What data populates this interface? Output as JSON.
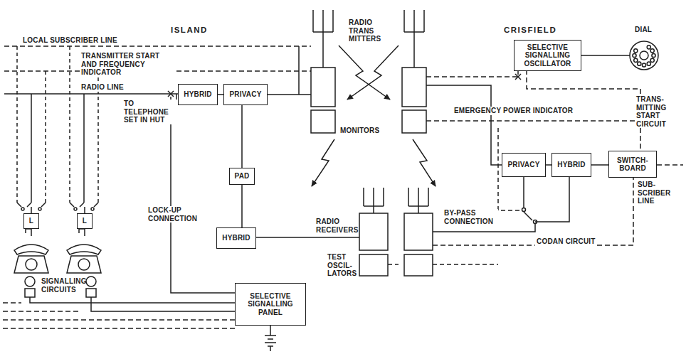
{
  "diagram": {
    "nodes": [
      {
        "text": [
          "HYBRID"
        ]
      },
      {
        "text": [
          "PRIVACY"
        ]
      },
      {
        "text": [
          "PAD"
        ]
      },
      {
        "text": [
          "HYBRID"
        ]
      },
      {
        "text": [
          "SELECTIVE SIGNALLING PANEL"
        ]
      },
      {
        "text": [
          "L"
        ]
      },
      {
        "text": [
          "L"
        ]
      },
      {
        "text": [
          "SELECTIVE SIGNALLING OSCILLATOR"
        ]
      },
      {
        "text": [
          "PRIVACY"
        ]
      },
      {
        "text": [
          "HYBRID"
        ]
      },
      {
        "text": [
          "SWITCH-BOARD"
        ]
      }
    ],
    "edges": [
      {
        "from": 0,
        "to": 1,
        "arrow": "none"
      },
      {
        "from": 1,
        "to": 2,
        "arrow": "none"
      },
      {
        "from": 2,
        "to": 3,
        "arrow": "none"
      },
      {
        "from": 8,
        "to": 9,
        "arrow": "none"
      },
      {
        "from": 9,
        "to": 10,
        "arrow": "none"
      }
    ],
    "labels": [
      "ISLAND",
      "CRISFIELD",
      "LOCAL SUBSCRIBER LINE",
      "TRANSMITTER START AND FREQUENCY INDICATOR",
      "RADIO LINE",
      "TO TELEPHONE SET IN HUT",
      "RADIO TRANS MITTERS",
      "MONITORS",
      "RADIO RECEIVERS",
      "TEST OSCIL- LATORS",
      "LOCK-UP CONNECTION",
      "SIGNALLING CIRCUITS",
      "DIAL",
      "EMERGENCY POWER INDICATOR",
      "TRANS- MITTING START CIRCUIT",
      "SUB- SCRIBER LINE",
      "BY-PASS CONNECTION",
      "CODAN CIRCUIT"
    ]
  }
}
